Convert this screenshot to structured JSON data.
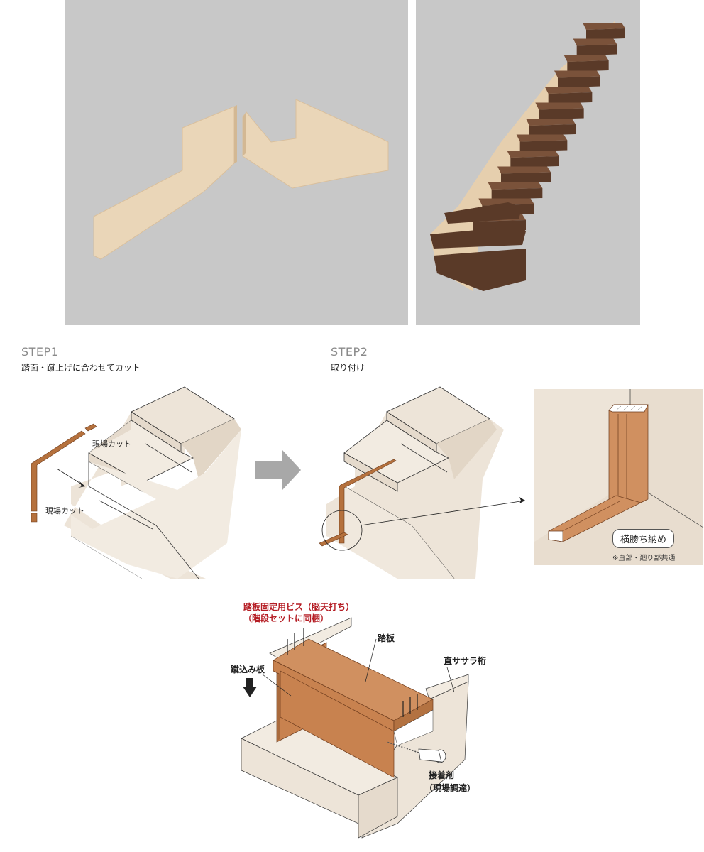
{
  "step1": {
    "title": "STEP1",
    "subtitle": "踏面・蹴上げに合わせてカット",
    "cut_label_top": "現場カット",
    "cut_label_bottom": "現場カット"
  },
  "step2": {
    "title": "STEP2",
    "subtitle": "取り付け",
    "detail_badge": "横勝ち納め",
    "detail_note": "※直部・廻り部共通"
  },
  "bottom": {
    "screw_label_line1": "踏板固定用ビス（脳天打ち）",
    "screw_label_line2": "（階段セットに同梱）",
    "tread_label": "踏板",
    "riser_label": "蹴込み板",
    "stringer_label": "直ササラ桁",
    "adhesive_label_line1": "接着剤",
    "adhesive_label_line2": "（現場調達）"
  },
  "colors": {
    "photo_bg": "#c8c8c8",
    "plywood": "#e8d2b4",
    "dark_wood": "#5a3a28",
    "tread_orange": "#cc8a55",
    "stair_beige": "#ede4d8",
    "accent_red": "#b51d24"
  }
}
